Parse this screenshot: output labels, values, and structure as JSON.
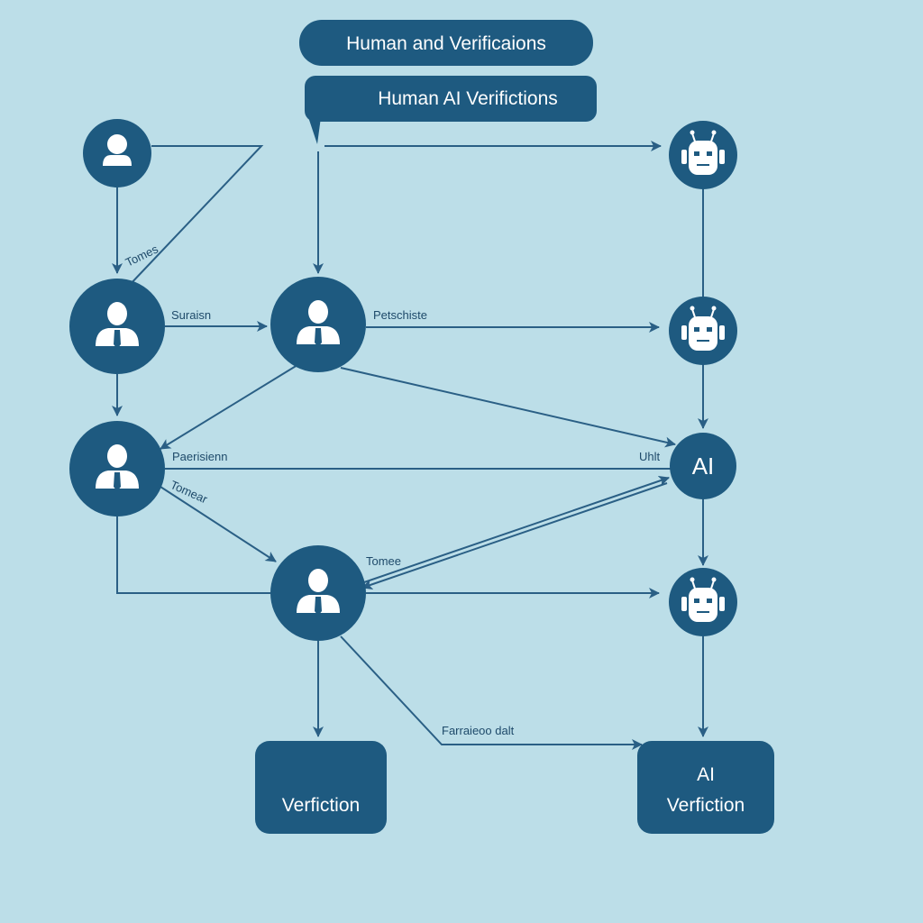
{
  "titles": {
    "primary": "Human and Verificaions",
    "secondary": "Human AI Verifictions"
  },
  "edge_labels": {
    "tomes": "Tomes",
    "suraisn": "Suraisn",
    "petschiste": "Petschiste",
    "paerisienn": "Paerisienn",
    "uhlt": "Uhlt",
    "tomear": "Tomear",
    "tomee": "Tomee",
    "farraieoo_dalt": "Farraieoo dalt"
  },
  "nodes": {
    "ai_hub": "AI"
  },
  "boxes": {
    "human_verification": "Verfiction",
    "ai_verification_line1": "AI",
    "ai_verification_line2": "Verfiction"
  },
  "icons": {
    "person": "person-icon",
    "person_tie": "person-tie-icon",
    "robot": "robot-head-icon"
  },
  "colors": {
    "background": "#bcdee8",
    "node": "#1e5a80",
    "edge": "#2a5f85"
  }
}
